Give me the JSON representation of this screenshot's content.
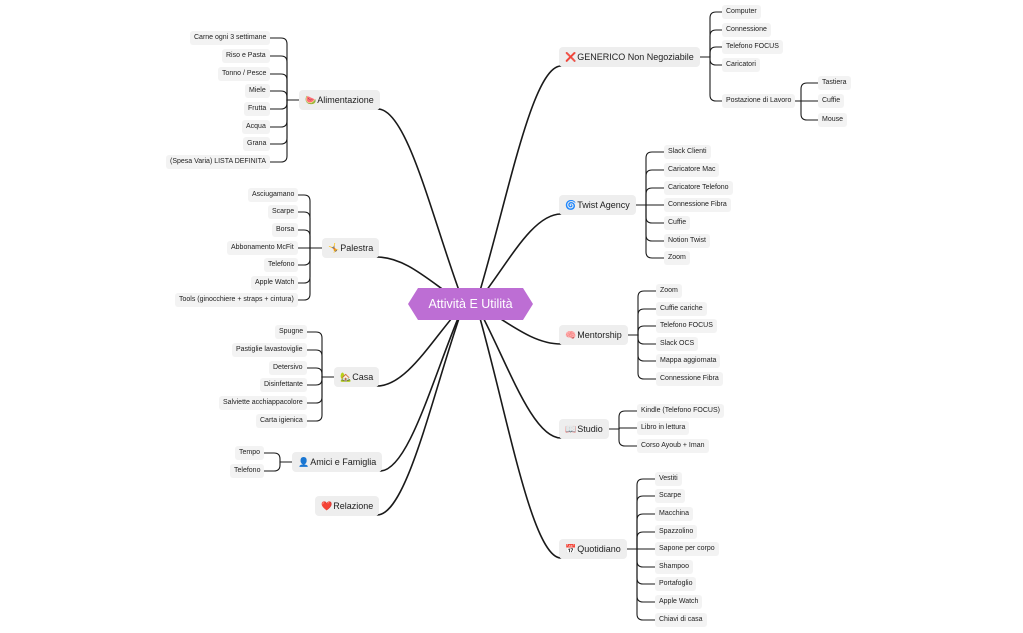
{
  "root": {
    "label": "Attività E Utilità",
    "color": "#bd6ed4"
  },
  "colors": {
    "line": "#1a1a1a",
    "leaf_bg": "#f3f3f3",
    "branch_bg": "#eeeeee"
  },
  "branches": [
    {
      "id": "alimentazione",
      "icon": "🍉",
      "label": "Alimentazione",
      "side": "left",
      "children": [
        "Carne ogni 3 settimane",
        "Riso e Pasta",
        "Tonno / Pesce",
        "Miele",
        "Frutta",
        "Acqua",
        "Grana",
        "(Spesa Varia) LISTA DEFINITA"
      ]
    },
    {
      "id": "palestra",
      "icon": "🤸",
      "label": "Palestra",
      "side": "left",
      "children": [
        "Asciugamano",
        "Scarpe",
        "Borsa",
        "Abbonamento McFit",
        "Telefono",
        "Apple Watch",
        "Tools (ginocchiere + straps + cintura)"
      ]
    },
    {
      "id": "casa",
      "icon": "🏡",
      "label": "Casa",
      "side": "left",
      "children": [
        "Spugne",
        "Pastiglie lavastoviglie",
        "Detersivo",
        "Disinfettante",
        "Salviette acchiappacolore",
        "Carta igienica"
      ]
    },
    {
      "id": "amici",
      "icon": "👤",
      "label": "Amici e Famiglia",
      "side": "left",
      "children": [
        "Tempo",
        "Telefono"
      ]
    },
    {
      "id": "relazione",
      "icon": "❤️",
      "label": "Relazione",
      "side": "left",
      "children": []
    },
    {
      "id": "generico",
      "icon": "❌",
      "label": "GENERICO Non Negoziabile",
      "side": "right",
      "children": [
        "Computer",
        "Connessione",
        "Telefono FOCUS",
        "Caricatori",
        {
          "label": "Postazione di Lavoro",
          "children": [
            "Tastiera",
            "Cuffie",
            "Mouse"
          ]
        }
      ]
    },
    {
      "id": "twist",
      "icon": "🌀",
      "label": "Twist Agency",
      "side": "right",
      "children": [
        "Slack Clienti",
        "Caricatore Mac",
        "Caricatore Telefono",
        "Connessione Fibra",
        "Cuffie",
        "Notion Twist",
        "Zoom"
      ]
    },
    {
      "id": "mentorship",
      "icon": "🧠",
      "label": "Mentorship",
      "side": "right",
      "children": [
        "Zoom",
        "Cuffie cariche",
        "Telefono FOCUS",
        "Slack OCS",
        "Mappa aggiornata",
        "Connessione Fibra"
      ]
    },
    {
      "id": "studio",
      "icon": "📖",
      "label": "Studio",
      "side": "right",
      "children": [
        "Kindle (Telefono FOCUS)",
        "Libro in lettura",
        "Corso Ayoub + Iman"
      ]
    },
    {
      "id": "quotidiano",
      "icon": "📅",
      "label": "Quotidiano",
      "side": "right",
      "children": [
        "Vestiti",
        "Scarpe",
        "Macchina",
        "Spazzolino",
        "Sapone per corpo",
        "Shampoo",
        "Portafoglio",
        "Apple Watch",
        "Chiavi di casa"
      ]
    }
  ]
}
